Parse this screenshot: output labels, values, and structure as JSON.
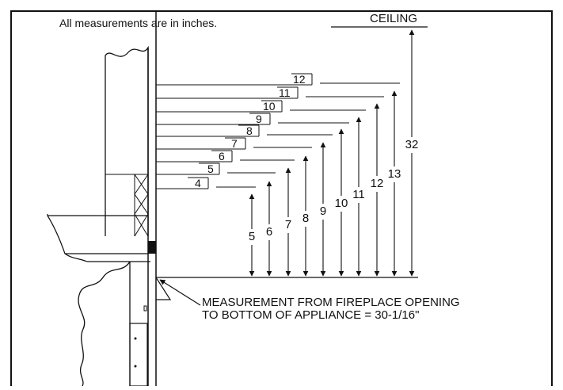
{
  "note": "All measurements are in inches.",
  "ceiling_label": "CEILING",
  "callout": {
    "line1": "MEASUREMENT FROM FIREPLACE OPENING",
    "line2": "TO BOTTOM OF APPLIANCE = 30-1/16\""
  },
  "mantel_depths": [
    "12",
    "11",
    "10",
    "9",
    "8",
    "7",
    "6",
    "5",
    "4"
  ],
  "clearances": [
    "5",
    "6",
    "7",
    "8",
    "9",
    "10",
    "11",
    "12",
    "13",
    "32"
  ],
  "colors": {
    "line": "#111111",
    "background": "#ffffff"
  }
}
